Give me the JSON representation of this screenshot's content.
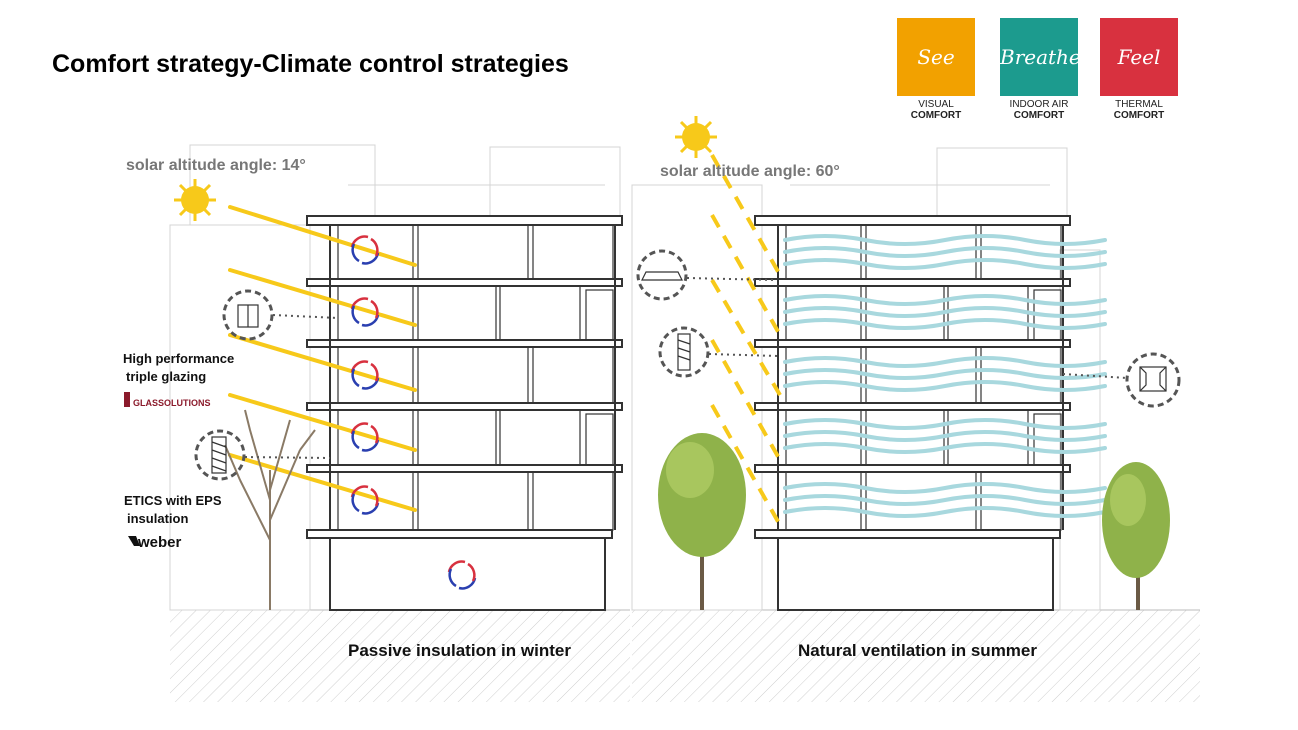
{
  "title": "Comfort strategy-Climate control strategies",
  "badges": [
    {
      "label": "See",
      "caption_line1": "VISUAL",
      "caption_line2": "COMFORT",
      "color": "#f2a100"
    },
    {
      "label": "Breathe",
      "caption_line1": "INDOOR AIR",
      "caption_line2": "COMFORT",
      "color": "#1c9b8e"
    },
    {
      "label": "Feel",
      "caption_line1": "THERMAL",
      "caption_line2": "COMFORT",
      "color": "#d8313f"
    }
  ],
  "winter": {
    "solar_angle": "solar altitude angle: 14°",
    "glazing_label_1": "High performance",
    "glazing_label_2": "triple glazing",
    "glazing_brand": "GLASSOLUTIONS",
    "insulation_label_1": "ETICS with EPS",
    "insulation_label_2": "insulation",
    "insulation_brand": "weber",
    "caption": "Passive insulation in winter"
  },
  "summer": {
    "solar_angle": "solar altitude angle: 60°",
    "caption": "Natural ventilation in summer"
  },
  "colors": {
    "sun": "#f7c91a",
    "airflow": "#a8d8de",
    "warm": "#d8313f",
    "cool": "#2a3fb0"
  }
}
